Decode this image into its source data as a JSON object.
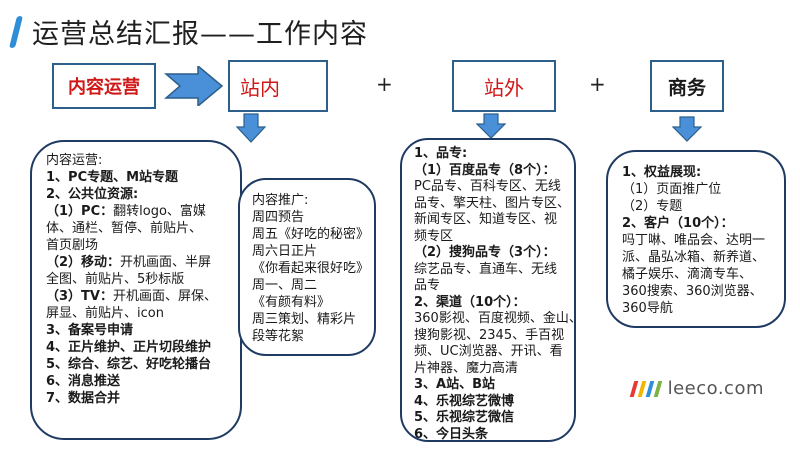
{
  "title": "运营总结汇报——工作内容",
  "headers": {
    "content_ops": "内容运营",
    "onsite": "站内",
    "plus1": "+",
    "offsite": "站外",
    "plus2": "+",
    "business": "商务"
  },
  "card_left": {
    "lines": [
      {
        "text": "内容运营:",
        "bold": false
      },
      {
        "text": "1、PC专题、M站专题",
        "bold": true
      },
      {
        "text": "2、公共位资源:",
        "bold": true
      },
      {
        "text": "（1）PC：翻转logo、富媒",
        "bold": false,
        "prefix": "（1）PC："
      },
      {
        "text": "体、通栏、暂停、前贴片、",
        "bold": false
      },
      {
        "text": "首页剧场",
        "bold": false
      },
      {
        "text": "（2）移动：开机画面、半屏",
        "bold": false,
        "prefix": "（2）移动："
      },
      {
        "text": "全图、前贴片、5秒标版",
        "bold": false
      },
      {
        "text": "（3）TV：开机画面、屏保、",
        "bold": false,
        "prefix": "（3）TV："
      },
      {
        "text": "屏显、前贴片、icon",
        "bold": false
      },
      {
        "text": "3、备案号申请",
        "bold": true
      },
      {
        "text": "4、正片维护、正片切段维护",
        "bold": true
      },
      {
        "text": "5、综合、综艺、好吃轮播台",
        "bold": true
      },
      {
        "text": "6、消息推送",
        "bold": true
      },
      {
        "text": "7、数据合并",
        "bold": true
      }
    ]
  },
  "card_mid": {
    "lines": [
      "内容推广:",
      "周四预告",
      "周五《好吃的秘密》",
      "周六日正片",
      "《你看起来很好吃》",
      "周一、周二",
      "《有颜有料》",
      "周三策划、精彩片",
      "段等花絮"
    ]
  },
  "card_right_mid": {
    "lines": [
      {
        "text": "1、品专:",
        "bold": true
      },
      {
        "text": "（1）百度品专（8个）：",
        "bold": true
      },
      {
        "text": "PC品专、百科专区、无线",
        "bold": false
      },
      {
        "text": "品专、擎天柱、图片专区、",
        "bold": false
      },
      {
        "text": "新闻专区、知道专区、视",
        "bold": false
      },
      {
        "text": "频专区",
        "bold": false
      },
      {
        "text": "（2）搜狗品专（3个）：",
        "bold": true
      },
      {
        "text": "综艺品专、直通车、无线",
        "bold": false
      },
      {
        "text": "品专",
        "bold": false
      },
      {
        "text": "2、渠道（10个）：",
        "bold": true
      },
      {
        "text": "360影视、百度视频、金山、",
        "bold": false
      },
      {
        "text": "搜狗影视、2345、手百视",
        "bold": false
      },
      {
        "text": "频、UC浏览器、开讯、看",
        "bold": false
      },
      {
        "text": "片神器、魔力高清",
        "bold": false
      },
      {
        "text": "3、A站、B站",
        "bold": true
      },
      {
        "text": "4、乐视综艺微博",
        "bold": true
      },
      {
        "text": "5、乐视综艺微信",
        "bold": true
      },
      {
        "text": "6、今日头条",
        "bold": true
      }
    ]
  },
  "card_right": {
    "lines": [
      {
        "text": "1、权益展现:",
        "bold": true
      },
      {
        "text": "（1）页面推广位",
        "bold": false
      },
      {
        "text": "（2）专题",
        "bold": false
      },
      {
        "text": "2、客户（10个）：",
        "bold": true
      },
      {
        "text": "吗丁啉、唯品会、达明一",
        "bold": false
      },
      {
        "text": "派、晶弘冰箱、新养道、",
        "bold": false
      },
      {
        "text": "橘子娱乐、滴滴专车、",
        "bold": false
      },
      {
        "text": "360搜索、360浏览器、",
        "bold": false
      },
      {
        "text": "360导航",
        "bold": false
      }
    ]
  },
  "brand": {
    "name": "leeco.com",
    "bar_colors": [
      "#e53935",
      "#f4b400",
      "#2f8fd6",
      "#7cb342"
    ]
  },
  "colors": {
    "accent": "#2f8fd6",
    "red_text": "#d01818",
    "border_dark": "#1f3a63",
    "arrow_fill": "#4a90d9"
  }
}
